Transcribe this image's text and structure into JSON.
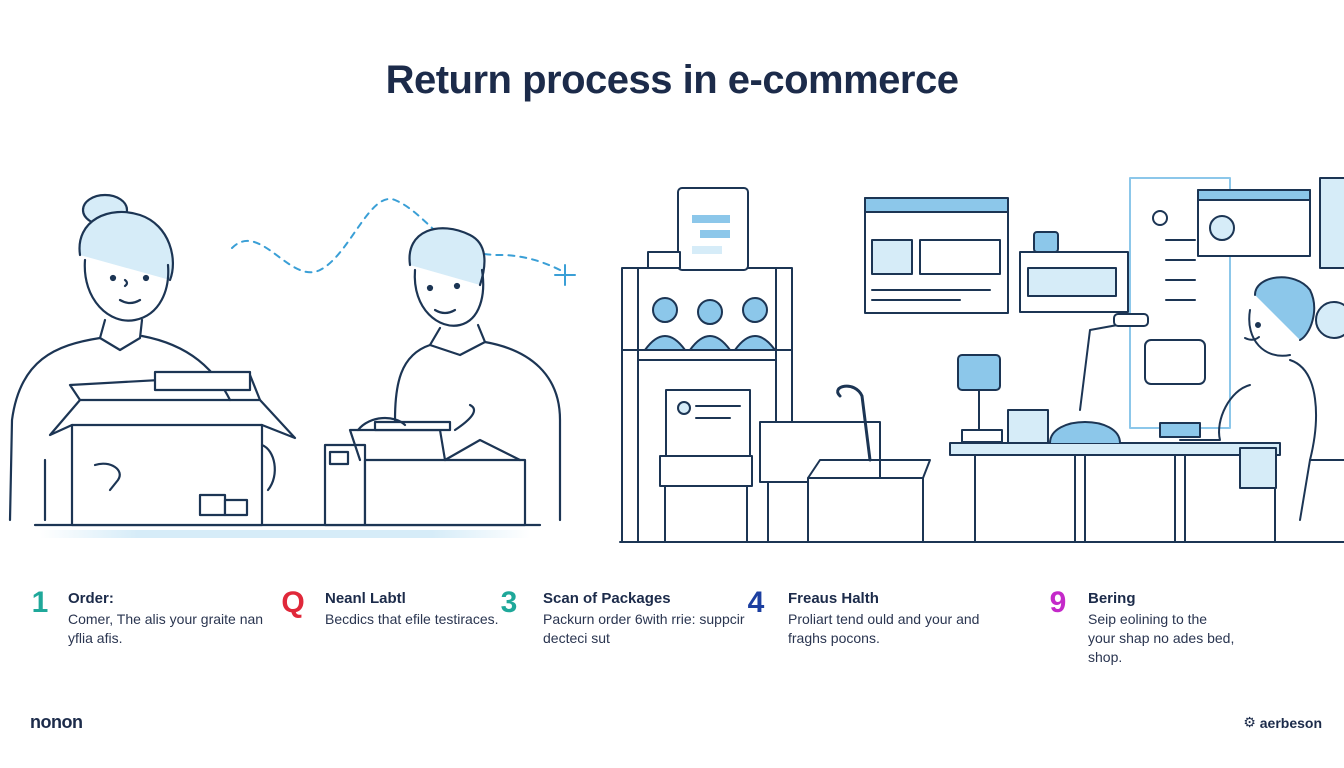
{
  "title": "Return process in e-commerce",
  "steps": [
    {
      "number": "1",
      "label": "Order:",
      "desc": "Comer, The alis your graite nаn yflia afis.",
      "color": "#1fa89a"
    },
    {
      "number": "Q",
      "label": "Neanl Labtl",
      "desc": "Becdics that efile testiraces.",
      "color": "#e0283a"
    },
    {
      "number": "3",
      "label": "Scan of Packages",
      "desc": "Packurn order 6with rrie: suppcir decteci sut",
      "color": "#1fa89a"
    },
    {
      "number": "4",
      "label": "Freaus Halth",
      "desc": "Proliart tend ould and your and fraghs pocons.",
      "color": "#1c3fa0"
    },
    {
      "number": "9",
      "label": "Bering",
      "desc": "Seip eolining to the your shap no ades bed, shop.",
      "color": "#c429c9"
    }
  ],
  "brand_left": "nonon",
  "brand_right": "aerbeson",
  "icons": {
    "gear": "gear-icon",
    "plus": "plus-icon"
  },
  "colors": {
    "line": "#1c3554",
    "fill_light": "#d6ecf8",
    "fill_mid": "#8cc7ea",
    "accent_teal": "#1fa89a",
    "accent_red": "#e0283a",
    "accent_blue": "#1c3fa0",
    "accent_magenta": "#c429c9"
  }
}
